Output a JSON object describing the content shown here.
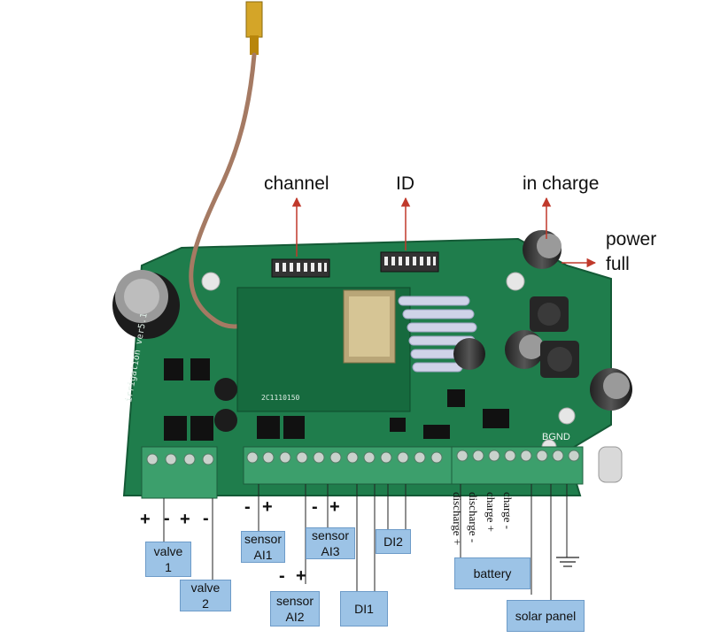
{
  "top_labels": {
    "channel": "channel",
    "id": "ID",
    "in_charge": "in charge",
    "power": "power",
    "full": "full"
  },
  "board": {
    "silkscreen_side": "irrigation ver5.1",
    "silkscreen_bgnd": "BGND",
    "module_code": "2C1110150"
  },
  "terminals": {
    "valve1": {
      "plus": "+",
      "minus": "-",
      "line1": "valve",
      "line2": "1"
    },
    "valve2": {
      "plus": "+",
      "minus": "-",
      "line1": "valve",
      "line2": "2"
    },
    "ai1": {
      "minus": "-",
      "plus": "+",
      "line1": "sensor",
      "line2": "AI1"
    },
    "ai2": {
      "minus": "-",
      "plus": "+",
      "line1": "sensor",
      "line2": "AI2"
    },
    "ai3": {
      "minus": "-",
      "plus": "+",
      "line1": "sensor",
      "line2": "AI3"
    },
    "di1": "DI1",
    "di2": "DI2",
    "battery_terms": [
      "discharge +",
      "discharge -",
      "charge +",
      "charge -"
    ],
    "battery": "battery",
    "solar_panel": "solar panel"
  },
  "colors": {
    "pcb": "#1f7d4c",
    "terminal": "#3c9f6c",
    "label_box": "#9cc3e6",
    "arrow": "#c0392b"
  }
}
